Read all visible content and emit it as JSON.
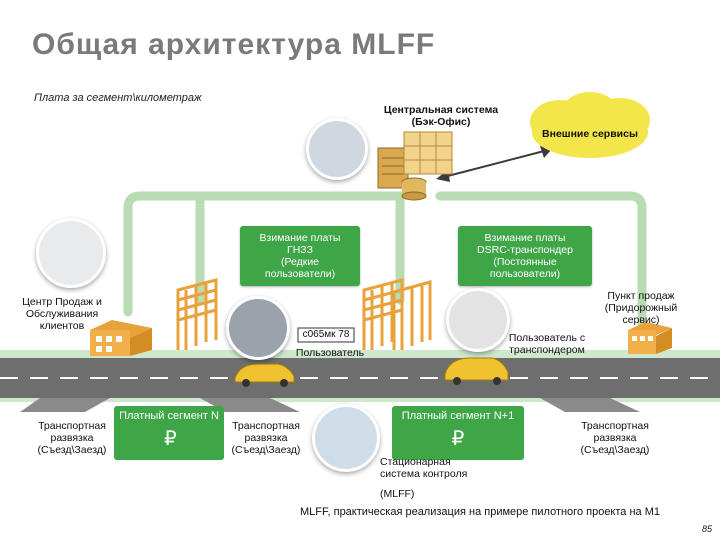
{
  "title": "Общая архитектура MLFF",
  "subtitle": "Плата за сегмент\\километраж",
  "central_system": [
    "Центральная система",
    "(Бэк-Офис)"
  ],
  "external_services": "Внешние сервисы",
  "payment_gnss": [
    "Взимание платы",
    "ГНЗЗ",
    "(Редкие",
    "пользователи)"
  ],
  "payment_dsrc": [
    "Взимание платы",
    "DSRC-транспондер",
    "(Постоянные",
    "пользователи)"
  ],
  "sales_center": [
    "Центр Продаж и",
    "Обслуживания",
    "клиентов"
  ],
  "sales_point": [
    "Пункт продаж",
    "(Придорожный",
    "сервис)"
  ],
  "plate_text": "с065мк 78",
  "user_label": "Пользователь",
  "transponder_user": [
    "Пользователь с",
    "транспондером"
  ],
  "junction_left": [
    "Транспортная",
    "развязка",
    "(Съезд\\Заезд)"
  ],
  "junction_mid": [
    "Транспортная",
    "развязка",
    "(Съезд\\Заезд)"
  ],
  "junction_right": [
    "Транспортная",
    "развязка",
    "(Съезд\\Заезд)"
  ],
  "segment_n": {
    "label": "Платный сегмент N",
    "currency": "₽"
  },
  "segment_n1": {
    "label": "Платный сегмент N+1",
    "currency": "₽"
  },
  "control_system": [
    "Стационарная",
    "система контроля",
    "(MLFF)"
  ],
  "caption": "MLFF, практическая реализация на примере пилотного проекта на М1",
  "page_number": "85",
  "colors": {
    "green": "#3fa648",
    "road": "#6b6b6b",
    "cloud": "#f2e64a",
    "grass": "#b9dcb5",
    "gantry": "#e9a23b"
  }
}
